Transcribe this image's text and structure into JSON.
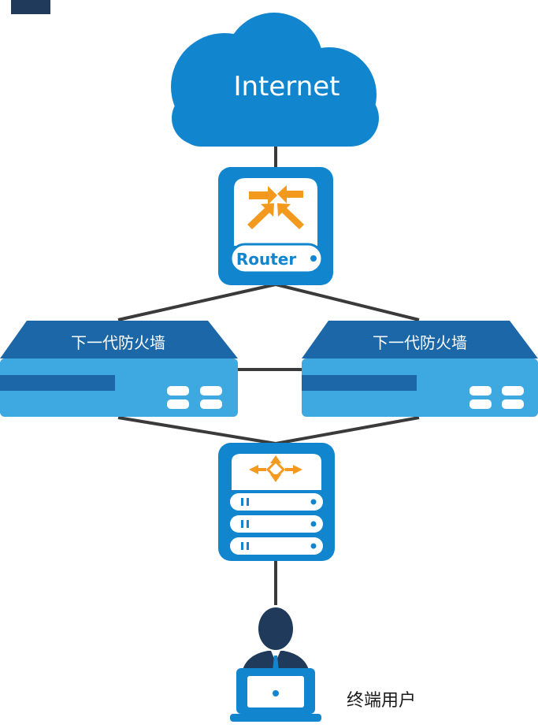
{
  "header": {
    "title_fragment": ""
  },
  "cloud": {
    "label": "Internet"
  },
  "router": {
    "label": "Router"
  },
  "firewalls": [
    {
      "label": "下一代防火墙"
    },
    {
      "label": "下一代防火墙"
    }
  ],
  "user": {
    "label": "终端用户"
  },
  "colors": {
    "primary_blue": "#1186CE",
    "light_blue": "#3DA9E0",
    "dark_blue": "#1B67A8",
    "accent_orange": "#F39A1E",
    "link_line": "#3a3a3a",
    "title_navy": "#1F3A5A",
    "dark_figure": "#1F3A5A"
  },
  "icons": [
    "cloud-icon",
    "router-icon",
    "firewall-icon",
    "switch-icon",
    "user-icon",
    "laptop-icon"
  ]
}
